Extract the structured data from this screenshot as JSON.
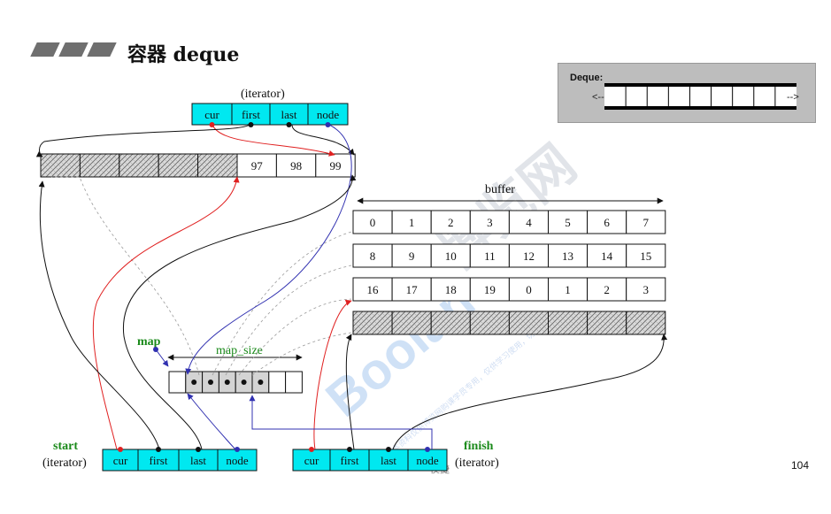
{
  "slide": {
    "title": "容器 deque",
    "page_number": "104",
    "title_bar_color": "#6f6f6f"
  },
  "thumbnail": {
    "label": "Deque:",
    "arrow_left": "<--",
    "arrow_right": "-->",
    "cell_count": 9
  },
  "iterator_top": {
    "caption": "(iterator)",
    "fields": [
      "cur",
      "first",
      "last",
      "node"
    ]
  },
  "buffer_label": "buffer",
  "first_buffer": {
    "hatched_cells": 5,
    "values": [
      "97",
      "98",
      "99"
    ]
  },
  "buffers": [
    [
      "0",
      "1",
      "2",
      "3",
      "4",
      "5",
      "6",
      "7"
    ],
    [
      "8",
      "9",
      "10",
      "11",
      "12",
      "13",
      "14",
      "15"
    ],
    [
      "16",
      "17",
      "18",
      "19",
      "0",
      "1",
      "2",
      "3"
    ]
  ],
  "last_buffer": {
    "hatched_cells": 8
  },
  "map": {
    "label": "map",
    "size_label": "map_size",
    "slots": [
      "empty",
      "used",
      "used",
      "used",
      "used",
      "used",
      "empty",
      "empty"
    ]
  },
  "start": {
    "label": "start",
    "caption": "(iterator)",
    "fields": [
      "cur",
      "first",
      "last",
      "node"
    ]
  },
  "finish": {
    "label": "finish",
    "caption": "(iterator)",
    "fields": [
      "cur",
      "first",
      "last",
      "node"
    ]
  },
  "watermark": {
    "text": "博览网",
    "logo": "Boolan",
    "small_text": "本资料仅供博览网购课学员专用，仅供学习使用，切勿传播",
    "overlap_text": "侯捷"
  },
  "colors": {
    "iterator_fill": "#00e8f0",
    "pointer_red": "#e02020",
    "pointer_blue": "#3030b0",
    "pointer_black": "#111111",
    "label_green": "#1a8a1a"
  }
}
